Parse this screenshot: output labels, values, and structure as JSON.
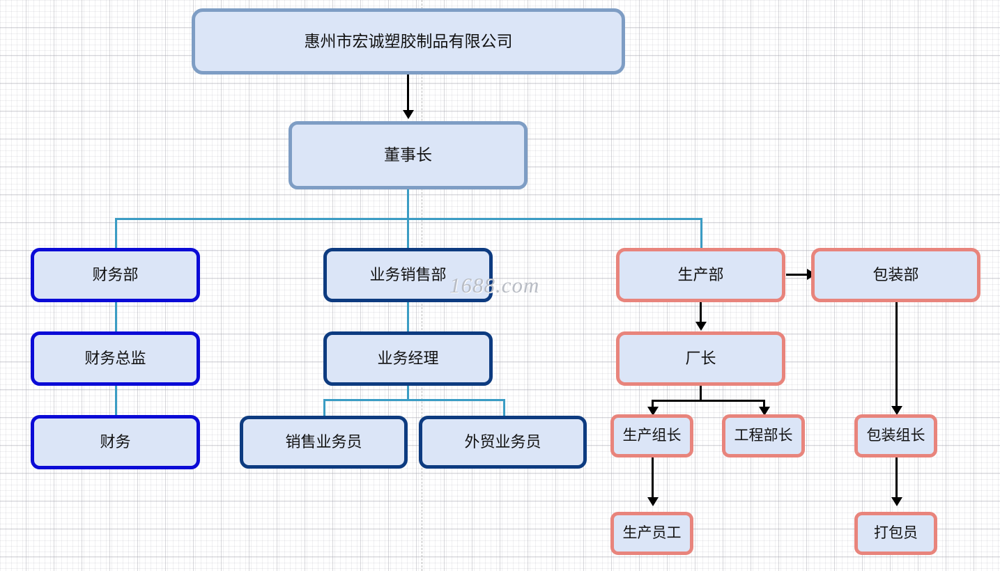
{
  "chart": {
    "type": "org-chart",
    "title": "惠州市宏诚塑胶制品有限公司",
    "watermark": "1688.com",
    "colors": {
      "node_fill": "#dbe5f7",
      "company_border": "#7e9dc4",
      "finance_border": "#0b0bd6",
      "sales_border": "#0d3b80",
      "production_border": "#e8847c",
      "connector_teal": "#3a9cc4",
      "connector_black": "#000000",
      "grid": "#d0d0d6",
      "watermark_color": "#b8bcc4"
    },
    "nodes": {
      "company": "惠州市宏诚塑胶制品有限公司",
      "chairman": "董事长",
      "finance_dept": "财务部",
      "finance_director": "财务总监",
      "finance_staff": "财务",
      "sales_dept": "业务销售部",
      "sales_manager": "业务经理",
      "sales_rep": "销售业务员",
      "foreign_trade_rep": "外贸业务员",
      "production_dept": "生产部",
      "packaging_dept": "包装部",
      "factory_manager": "厂长",
      "production_leader": "生产组长",
      "engineering_leader": "工程部长",
      "packaging_leader": "包装组长",
      "production_worker": "生产员工",
      "packer": "打包员"
    },
    "edges": [
      {
        "from": "company",
        "to": "chairman",
        "style": "black-arrow"
      },
      {
        "from": "chairman",
        "to": "finance_dept",
        "style": "teal-bus"
      },
      {
        "from": "chairman",
        "to": "sales_dept",
        "style": "teal-bus"
      },
      {
        "from": "chairman",
        "to": "production_dept",
        "style": "teal-bus"
      },
      {
        "from": "finance_dept",
        "to": "finance_director",
        "style": "teal"
      },
      {
        "from": "finance_director",
        "to": "finance_staff",
        "style": "teal"
      },
      {
        "from": "sales_dept",
        "to": "sales_manager",
        "style": "teal"
      },
      {
        "from": "sales_manager",
        "to": "sales_rep",
        "style": "teal-bus"
      },
      {
        "from": "sales_manager",
        "to": "foreign_trade_rep",
        "style": "teal-bus"
      },
      {
        "from": "production_dept",
        "to": "packaging_dept",
        "style": "black-arrow-right"
      },
      {
        "from": "production_dept",
        "to": "factory_manager",
        "style": "black-arrow"
      },
      {
        "from": "factory_manager",
        "to": "production_leader",
        "style": "black-arrow-bus"
      },
      {
        "from": "factory_manager",
        "to": "engineering_leader",
        "style": "black-arrow-bus"
      },
      {
        "from": "production_leader",
        "to": "production_worker",
        "style": "black-arrow"
      },
      {
        "from": "packaging_dept",
        "to": "packaging_leader",
        "style": "black-arrow"
      },
      {
        "from": "packaging_leader",
        "to": "packer",
        "style": "black-arrow"
      }
    ]
  }
}
